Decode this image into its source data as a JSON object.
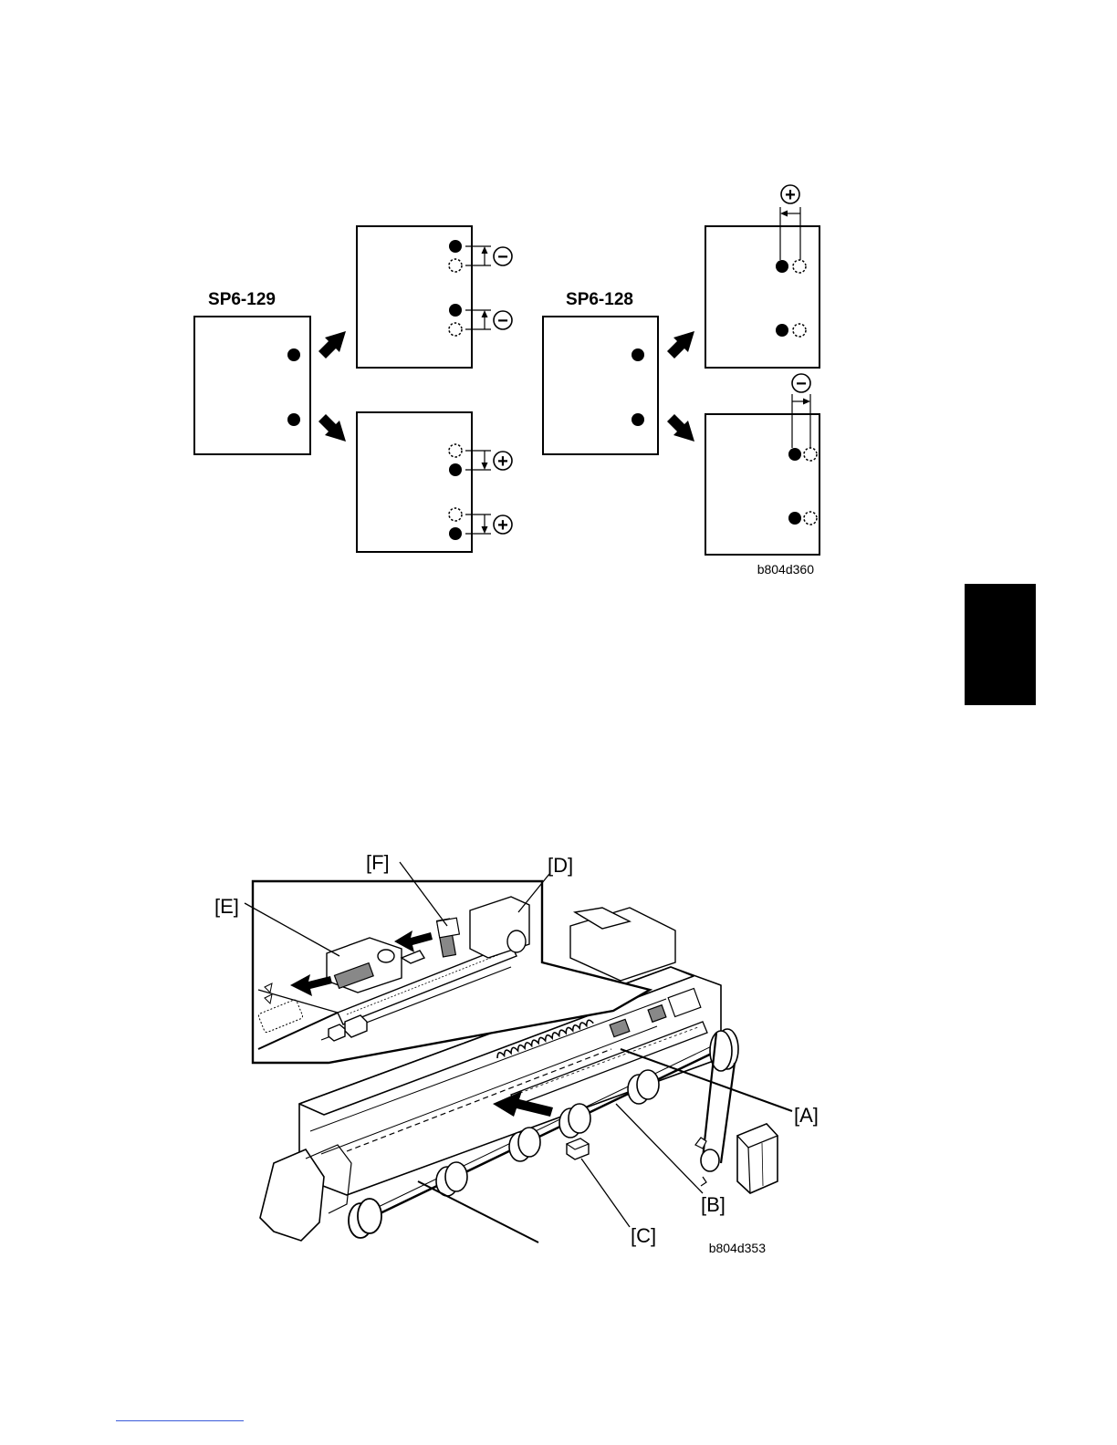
{
  "top_figure": {
    "sp129_label": "SP6-129",
    "sp128_label": "SP6-128",
    "plus_sign": "+",
    "minus_sign": "−",
    "figure_code": "b804d360"
  },
  "bottom_figure": {
    "callouts": {
      "a": "[A]",
      "b": "[B]",
      "c": "[C]",
      "d": "[D]",
      "e": "[E]",
      "f": "[F]"
    },
    "figure_code": "b804d353"
  },
  "colors": {
    "side_tab": "#000000",
    "footer_line": "#3a5bd9"
  }
}
